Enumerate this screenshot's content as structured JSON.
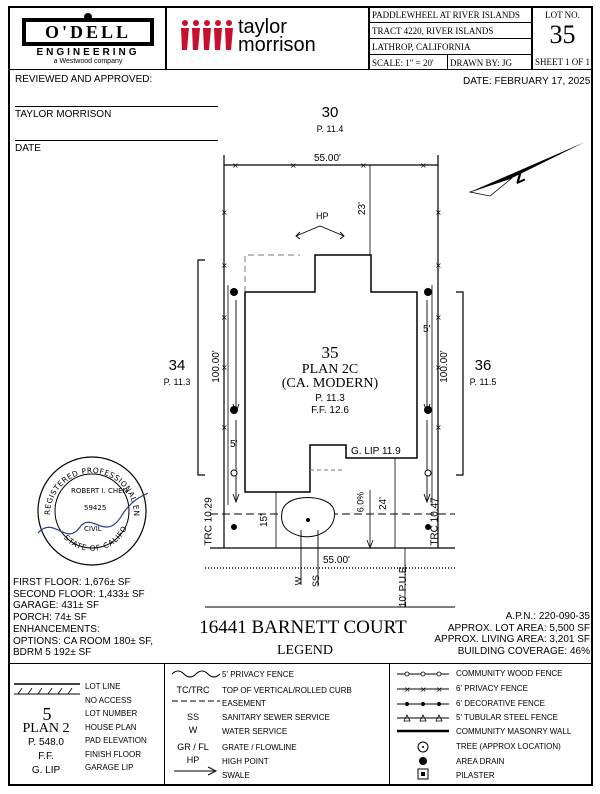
{
  "title_block": {
    "company": "O'DELL",
    "company_sub": "ENGINEERING",
    "company_tag": "a Westwood company",
    "builder_line1": "taylor",
    "builder_line2": "morrison",
    "project": "PADDLEWHEEL AT RIVER ISLANDS",
    "tract": "TRACT 4220, RIVER ISLANDS",
    "city": "LATHROP, CALIFORNIA",
    "scale": "SCALE:  1\" = 20'",
    "drawn_by": "DRAWN BY:   JG",
    "lot_no_label": "LOT NO.",
    "lot_no": "35",
    "sheet": "SHEET 1 OF 1"
  },
  "header_notes": {
    "reviewed": "REVIEWED AND APPROVED:",
    "date": "DATE: FEBRUARY 17, 2025",
    "approver": "TAYLOR MORRISON",
    "date_label": "DATE"
  },
  "plan": {
    "lot_top": "30",
    "lot_top_pad": "P. 11.4",
    "lot_left": "34",
    "lot_left_pad": "P. 11.3",
    "lot_right": "36",
    "lot_right_pad": "P. 11.5",
    "top_dim": "55.00'",
    "bottom_dim": "55.00'",
    "left_dim": "100.00'",
    "right_dim": "100.00'",
    "rear_setback": "23'",
    "side_left": "5'",
    "side_right": "5'",
    "front_setback": "15'",
    "garage_setback": "24'",
    "slope": "6.0%",
    "hp": "HP",
    "lot_number": "35",
    "plan_name": "PLAN 2C",
    "plan_style": "(CA. MODERN)",
    "pad": "P. 11.3",
    "ff": "F.F. 12.6",
    "glip": "G. LIP 11.9",
    "trc_left": "TRC 10.29",
    "trc_right": "TRC 10.47",
    "pue": "10' P.U.E.",
    "water": "W",
    "sewer": "SS"
  },
  "stamp": {
    "outer_text": "REGISTERED PROFESSIONAL ENGINEER",
    "name": "ROBERT I. CHEN",
    "number": "59425",
    "discipline": "CIVIL",
    "state": "STATE OF CALIFORNIA"
  },
  "summary": {
    "lines": [
      "FIRST FLOOR: 1,676± SF",
      "SECOND FLOOR: 1,433± SF",
      "GARAGE: 431± SF",
      "PORCH: 74± SF",
      "ENHANCEMENTS:",
      "OPTIONS: CA ROOM 180± SF,",
      "BDRM 5 192± SF"
    ]
  },
  "address": {
    "street": "16441 BARNETT COURT",
    "legend": "LEGEND"
  },
  "parcel": {
    "apn": "A.P.N.:  220-090-35",
    "lot_area": "APPROX. LOT AREA: 5,500 SF",
    "living_area": "APPROX. LIVING AREA: 3,201 SF",
    "coverage": "BUILDING COVERAGE: 46%"
  },
  "legend_left": {
    "lot_no": "5",
    "plan": "PLAN 2",
    "pad": "P. 548.0",
    "ff": "F.F.",
    "glip": "G. LIP",
    "items": [
      "LOT LINE",
      "NO ACCESS",
      "LOT NUMBER",
      "HOUSE PLAN",
      "PAD ELEVATION",
      "FINISH FLOOR",
      "GARAGE LIP"
    ]
  },
  "legend_mid": {
    "rows": [
      {
        "sym": "",
        "label": "5' PRIVACY FENCE"
      },
      {
        "sym": "TC/TRC",
        "label": "TOP OF VERTICAL/ROLLED CURB"
      },
      {
        "sym": "",
        "label": "EASEMENT"
      },
      {
        "sym": "SS",
        "label": "SANITARY SEWER SERVICE"
      },
      {
        "sym": "W",
        "label": "WATER SERVICE"
      },
      {
        "sym": "GR / FL",
        "label": "GRATE / FLOWLINE"
      },
      {
        "sym": "HP",
        "label": "HIGH POINT"
      },
      {
        "sym": "",
        "label": "SWALE"
      }
    ]
  },
  "legend_right": {
    "rows": [
      "COMMUNITY WOOD FENCE",
      "6' PRIVACY FENCE",
      "6' DECORATIVE FENCE",
      "5' TUBULAR STEEL FENCE",
      "COMMUNITY MASONRY WALL",
      "TREE (APPROX LOCATION)",
      "AREA DRAIN",
      "PILASTER"
    ]
  }
}
